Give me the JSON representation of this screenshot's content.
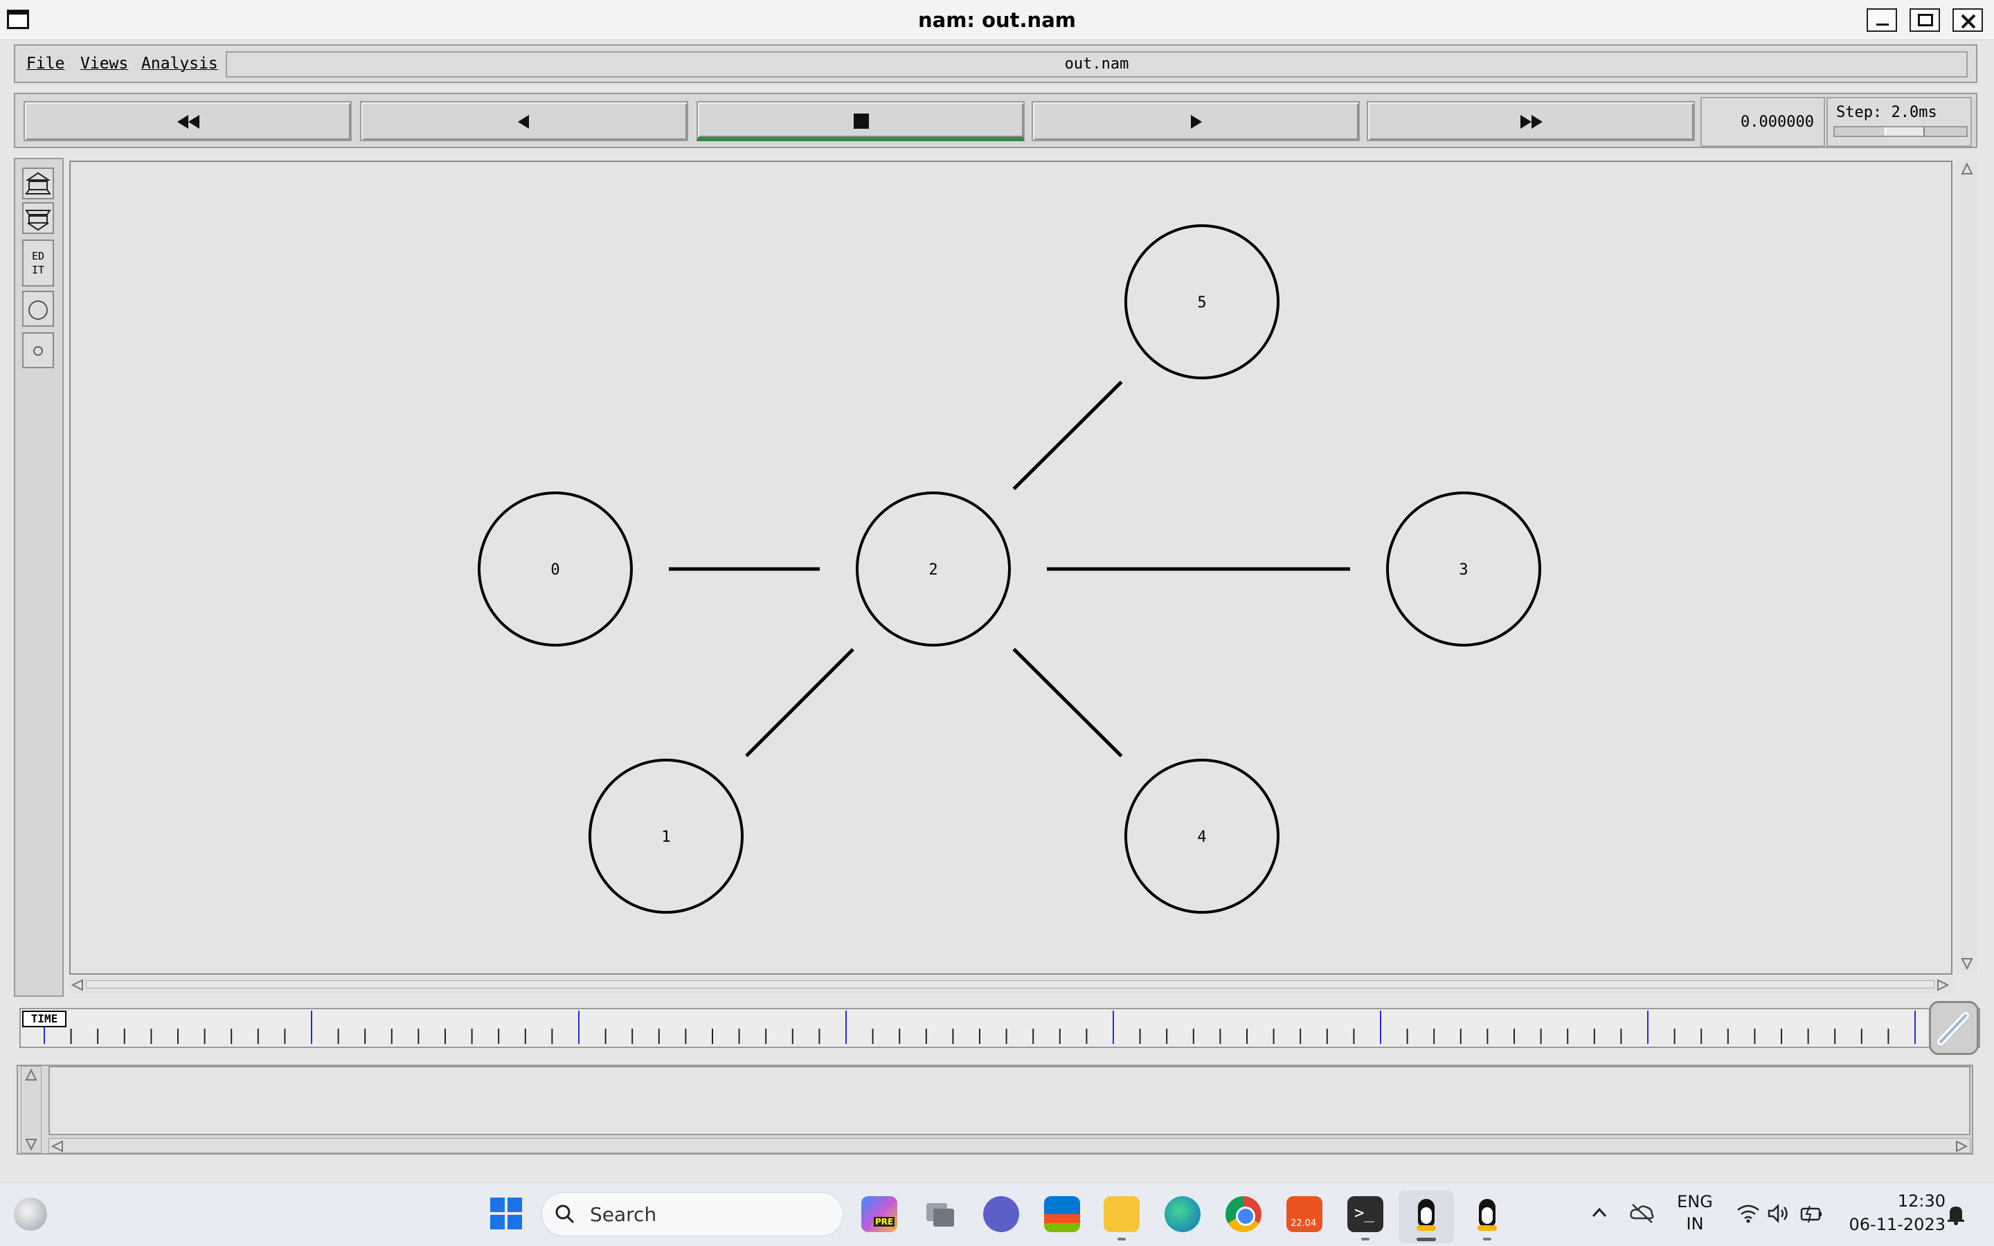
{
  "window": {
    "title": "nam: out.nam"
  },
  "menu": {
    "file": "File",
    "views": "Views",
    "analysis": "Analysis",
    "filename": "out.nam"
  },
  "transport": {
    "time": "0.000000",
    "step_label": "Step: 2.0ms",
    "active": "stop"
  },
  "toolbar": {
    "edit_label": "ED\nIT"
  },
  "topology": {
    "nodes": [
      {
        "id": "0"
      },
      {
        "id": "1"
      },
      {
        "id": "2"
      },
      {
        "id": "3"
      },
      {
        "id": "4"
      },
      {
        "id": "5"
      }
    ],
    "links": [
      [
        "0",
        "2"
      ],
      [
        "1",
        "2"
      ],
      [
        "2",
        "3"
      ],
      [
        "2",
        "4"
      ],
      [
        "2",
        "5"
      ]
    ]
  },
  "timeline": {
    "tag": "TIME"
  },
  "taskbar": {
    "search_placeholder": "Search",
    "lang_top": "ENG",
    "lang_bottom": "IN",
    "clock_time": "12:30",
    "clock_date": "06-11-2023",
    "apps": [
      "copilot-icon",
      "task-view-icon",
      "teams-icon",
      "store-icon",
      "file-explorer-icon",
      "edge-icon",
      "chrome-icon",
      "ubuntu-icon",
      "terminal-icon",
      "linux-tux-icon",
      "linux-tux-icon-2"
    ],
    "ubuntu_version": "22.04",
    "copilot_badge": "PRE"
  }
}
